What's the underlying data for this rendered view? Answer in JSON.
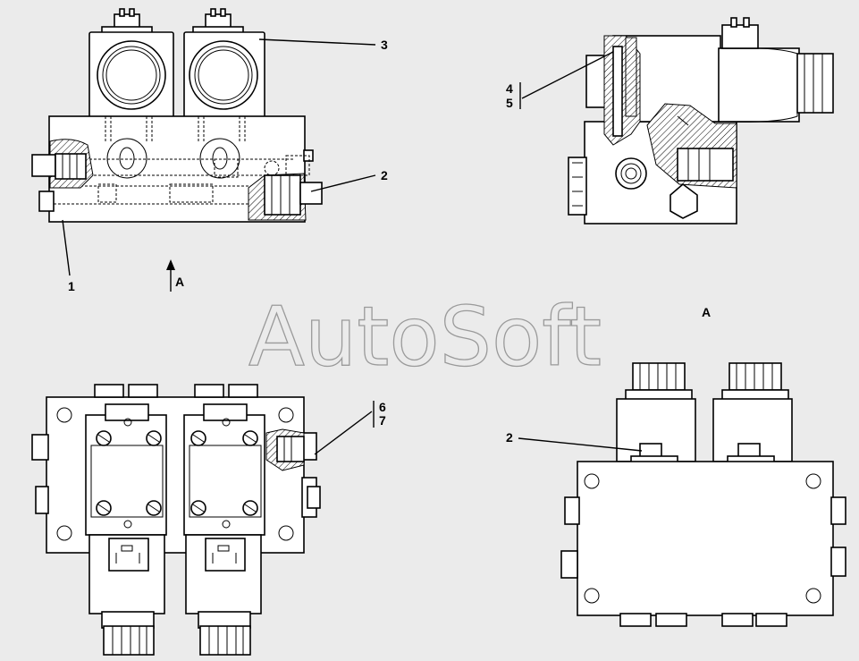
{
  "watermark": "AutoSoft",
  "view_letter": "A",
  "view_title": "A",
  "callouts": {
    "c1": "1",
    "c2": "2",
    "c3": "3",
    "c4": "4",
    "c5": "5",
    "c6": "6",
    "c7": "7",
    "c2_view": "2"
  },
  "colors": {
    "background": "#ebebeb",
    "line": "#000000",
    "watermark": "#9a9a9a"
  }
}
